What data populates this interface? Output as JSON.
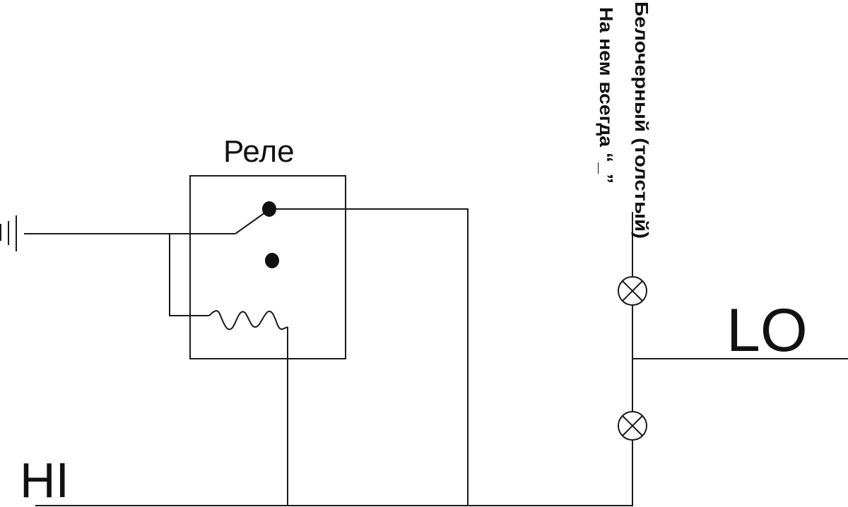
{
  "labels": {
    "relay": "Реле",
    "hi": "HI",
    "lo": "LO",
    "wire_note_line1": "Белочерный (толстый)",
    "wire_note_line2": "На нем всегда “_”"
  }
}
